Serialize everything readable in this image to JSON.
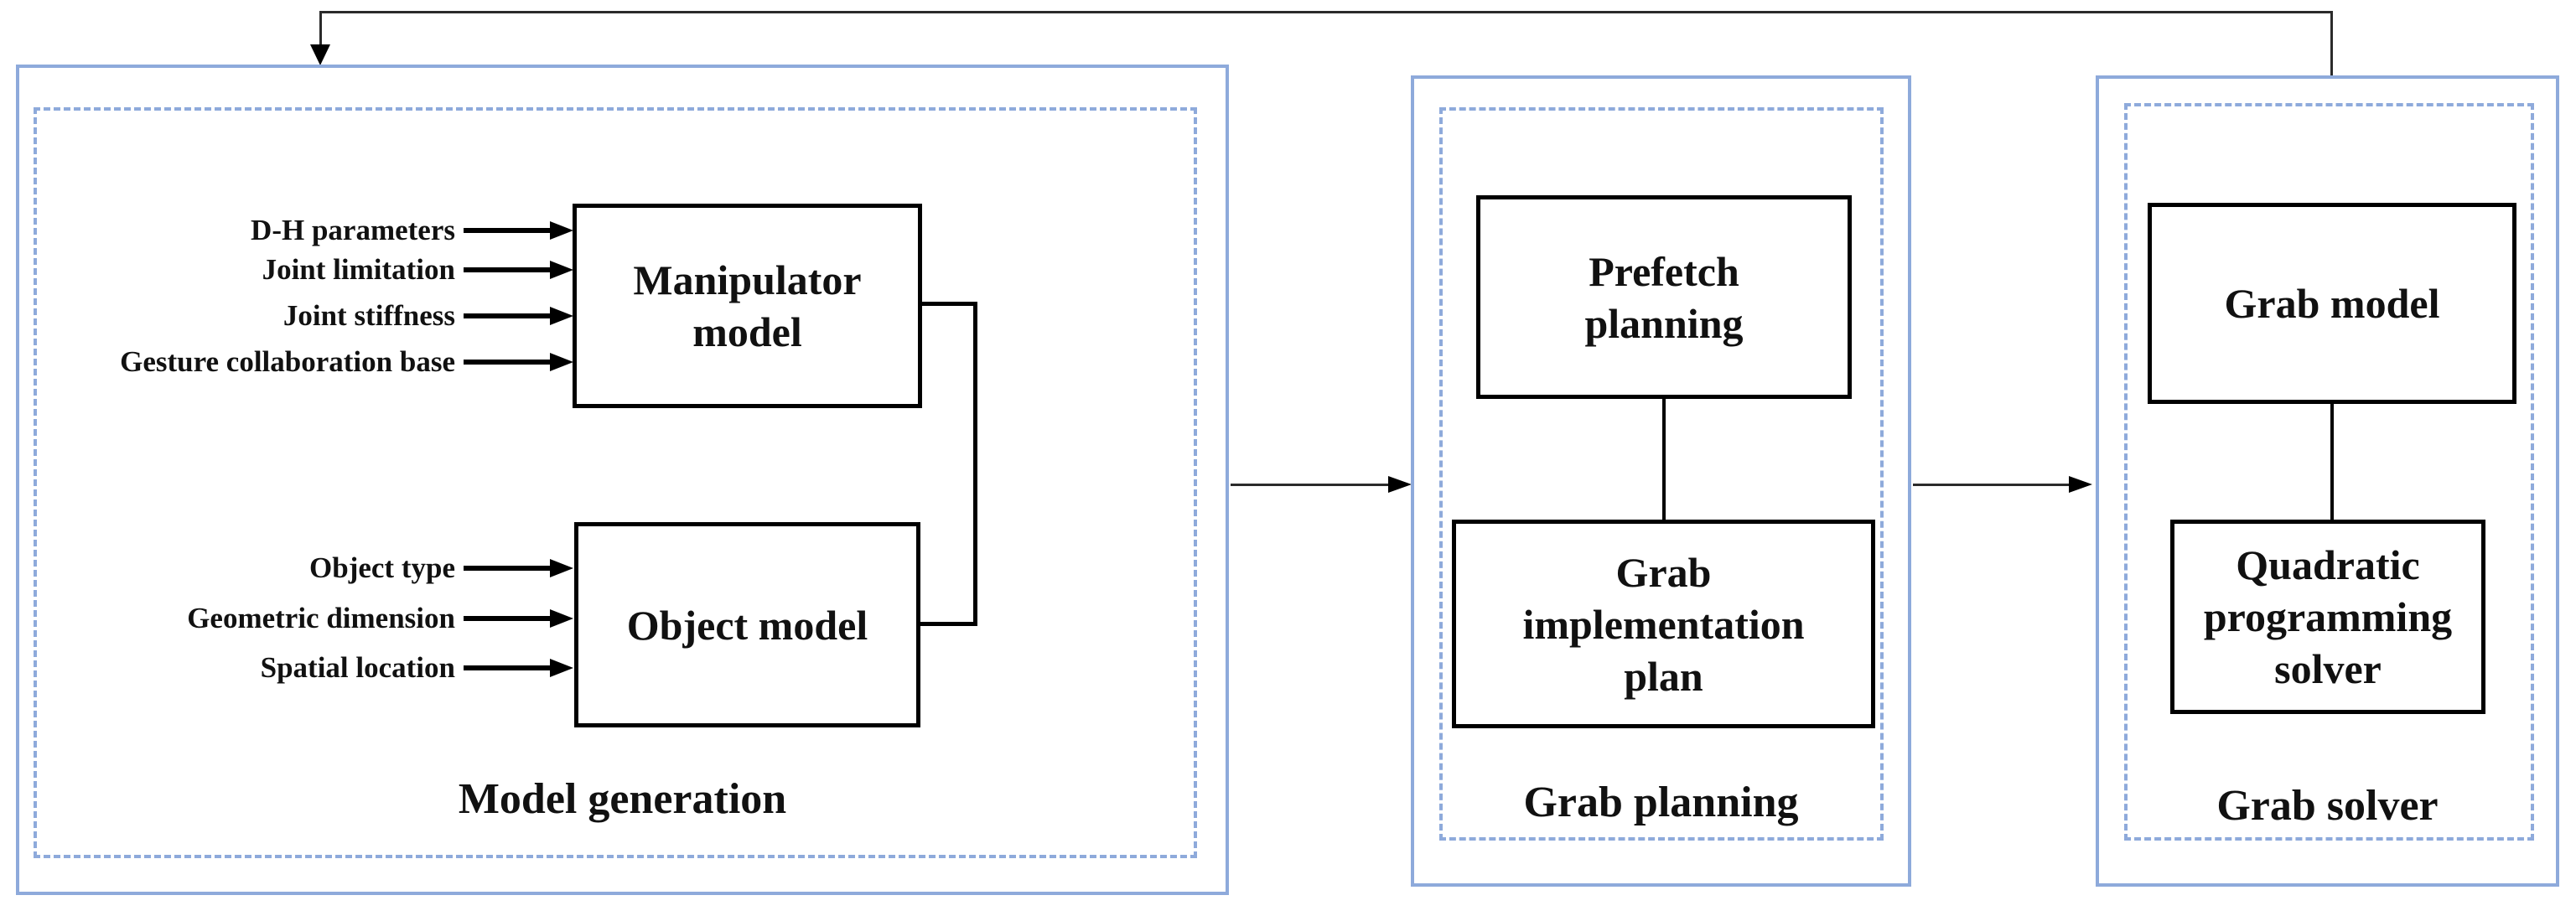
{
  "panels": {
    "model_generation": {
      "caption": "Model generation"
    },
    "grab_planning": {
      "caption": "Grab planning"
    },
    "grab_solver": {
      "caption": "Grab solver"
    }
  },
  "boxes": {
    "manipulator_model": {
      "label": "Manipulator model",
      "lines": [
        "Manipulator",
        "model"
      ]
    },
    "object_model": {
      "label": "Object model",
      "lines": [
        "Object model"
      ]
    },
    "prefetch_planning": {
      "label": "Prefetch planning",
      "lines": [
        "Prefetch",
        "planning"
      ]
    },
    "grab_implementation_plan": {
      "label": "Grab implementation plan",
      "lines": [
        "Grab",
        "implementation",
        "plan"
      ]
    },
    "grab_model": {
      "label": "Grab model",
      "lines": [
        "Grab model"
      ]
    },
    "quadratic_programming_solver": {
      "label": "Quadratic programming solver",
      "lines": [
        "Quadratic",
        "programming",
        "solver"
      ]
    }
  },
  "manipulator_inputs": [
    "D-H parameters",
    "Joint limitation",
    "Joint stiffness",
    "Gesture collaboration base"
  ],
  "object_inputs": [
    "Object type",
    "Geometric dimension",
    "Spatial location"
  ],
  "colors": {
    "panel_border": "#8EAADB",
    "box_border": "#000000",
    "line": "#2b2b2b",
    "text": "#111111",
    "background": "#ffffff"
  }
}
